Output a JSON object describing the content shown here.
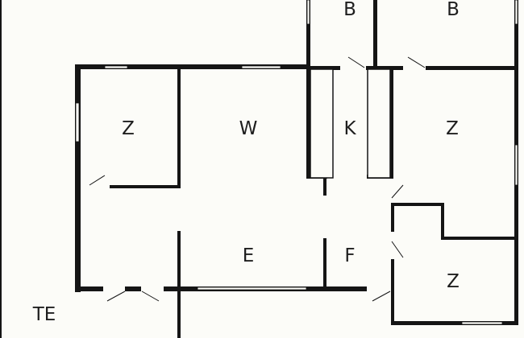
{
  "plan": {
    "rooms": [
      {
        "id": "bedroom-top-left",
        "label": "B"
      },
      {
        "id": "bedroom-top-right",
        "label": "B"
      },
      {
        "id": "room-z-west",
        "label": "Z"
      },
      {
        "id": "living-room",
        "label": "W"
      },
      {
        "id": "kitchen",
        "label": "K"
      },
      {
        "id": "room-z-east",
        "label": "Z"
      },
      {
        "id": "entrance",
        "label": "E"
      },
      {
        "id": "room-f",
        "label": "F"
      },
      {
        "id": "room-z-south",
        "label": "Z"
      },
      {
        "id": "terrace",
        "label": "TE"
      }
    ],
    "colors": {
      "background": "#fcfcf8",
      "wall": "#151515"
    }
  }
}
